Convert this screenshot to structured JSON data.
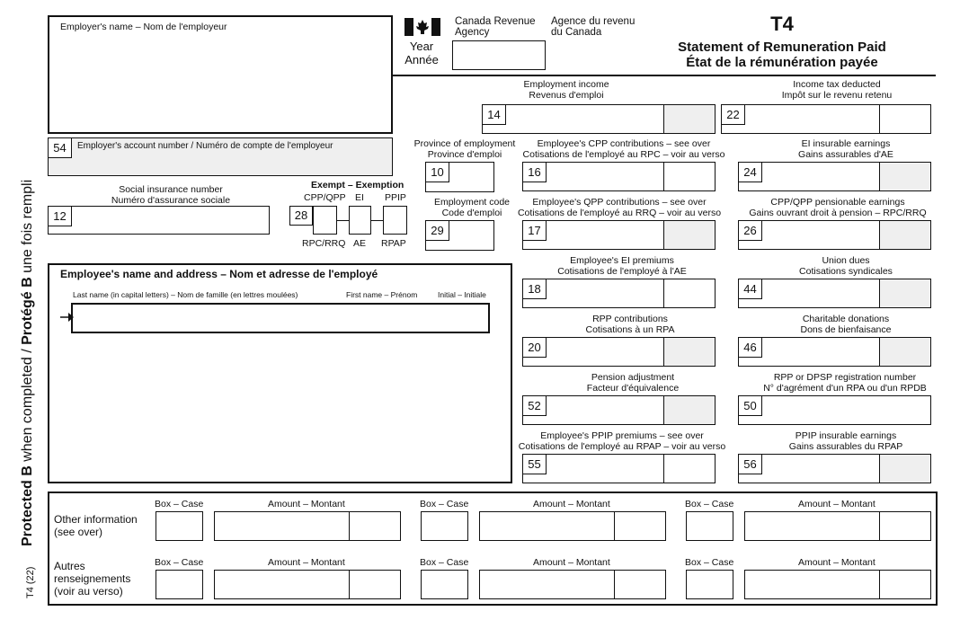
{
  "side_text": {
    "bold1": "Protected B",
    "normal1": " when completed / ",
    "bold2": "Protégé B",
    "normal2": " une fois rempli"
  },
  "form_code": "T4 (22)",
  "header": {
    "agency_en": [
      "Canada Revenue",
      "Agency"
    ],
    "agency_fr": [
      "Agence du revenu",
      "du Canada"
    ],
    "form_no": "T4",
    "title_en": "Statement of Remuneration Paid",
    "title_fr": "État de la rémunération payée",
    "year_label": [
      "Year",
      "Année"
    ],
    "flag_icon": "canada-flag-icon"
  },
  "employer_name_label": "Employer's name – Nom de l'employeur",
  "box54": {
    "number": "54",
    "label": "Employer's account number / Numéro de compte de l'employeur"
  },
  "box12": {
    "number": "12",
    "label": [
      "Social insurance number",
      "Numéro d'assurance sociale"
    ]
  },
  "exempt": {
    "title": "Exempt – Exemption",
    "top": [
      "CPP/QPP",
      "EI",
      "PPIP"
    ],
    "bottom": [
      "RPC/RRQ",
      "AE",
      "RPAP"
    ],
    "number": "28"
  },
  "employee": {
    "title": "Employee's name and address – Nom et adresse de l'employé",
    "last_name": "Last name (in capital letters) – Nom de famille (en lettres moulées)",
    "first_name": "First name – Prénom",
    "initial": "Initial – Initiale"
  },
  "box10": {
    "number": "10",
    "label": [
      "Province of employment",
      "Province d'emploi"
    ]
  },
  "box29": {
    "number": "29",
    "label": [
      "Employment code",
      "Code d'emploi"
    ]
  },
  "boxes": [
    {
      "number": "14",
      "label": [
        "Employment income",
        "Revenus d'emploi"
      ]
    },
    {
      "number": "22",
      "label": [
        "Income tax deducted",
        "Impôt sur le revenu retenu"
      ]
    },
    {
      "number": "16",
      "label": [
        "Employee's CPP contributions – see over",
        "Cotisations de l'employé au RPC – voir au verso"
      ]
    },
    {
      "number": "24",
      "label": [
        "EI insurable earnings",
        "Gains assurables d'AE"
      ]
    },
    {
      "number": "17",
      "label": [
        "Employee's QPP contributions – see over",
        "Cotisations de l'employé au RRQ – voir au verso"
      ]
    },
    {
      "number": "26",
      "label": [
        "CPP/QPP pensionable earnings",
        "Gains ouvrant droit à pension – RPC/RRQ"
      ]
    },
    {
      "number": "18",
      "label": [
        "Employee's EI premiums",
        "Cotisations de l'employé à l'AE"
      ]
    },
    {
      "number": "44",
      "label": [
        "Union dues",
        "Cotisations syndicales"
      ]
    },
    {
      "number": "20",
      "label": [
        "RPP contributions",
        "Cotisations à un RPA"
      ]
    },
    {
      "number": "46",
      "label": [
        "Charitable donations",
        "Dons de bienfaisance"
      ]
    },
    {
      "number": "52",
      "label": [
        "Pension adjustment",
        "Facteur d'équivalence"
      ]
    },
    {
      "number": "50",
      "label": [
        "RPP or DPSP registration number",
        "N° d'agrément d'un RPA ou d'un RPDB"
      ]
    },
    {
      "number": "55",
      "label": [
        "Employee's PPIP premiums – see over",
        "Cotisations de l'employé au RPAP – voir au verso"
      ]
    },
    {
      "number": "56",
      "label": [
        "PPIP insurable earnings",
        "Gains assurables du RPAP"
      ]
    }
  ],
  "other": {
    "label1": [
      "Other information",
      "(see over)"
    ],
    "label2": [
      "Autres",
      "renseignements",
      "(voir au verso)"
    ],
    "box_case": "Box – Case",
    "amount": "Amount – Montant"
  }
}
